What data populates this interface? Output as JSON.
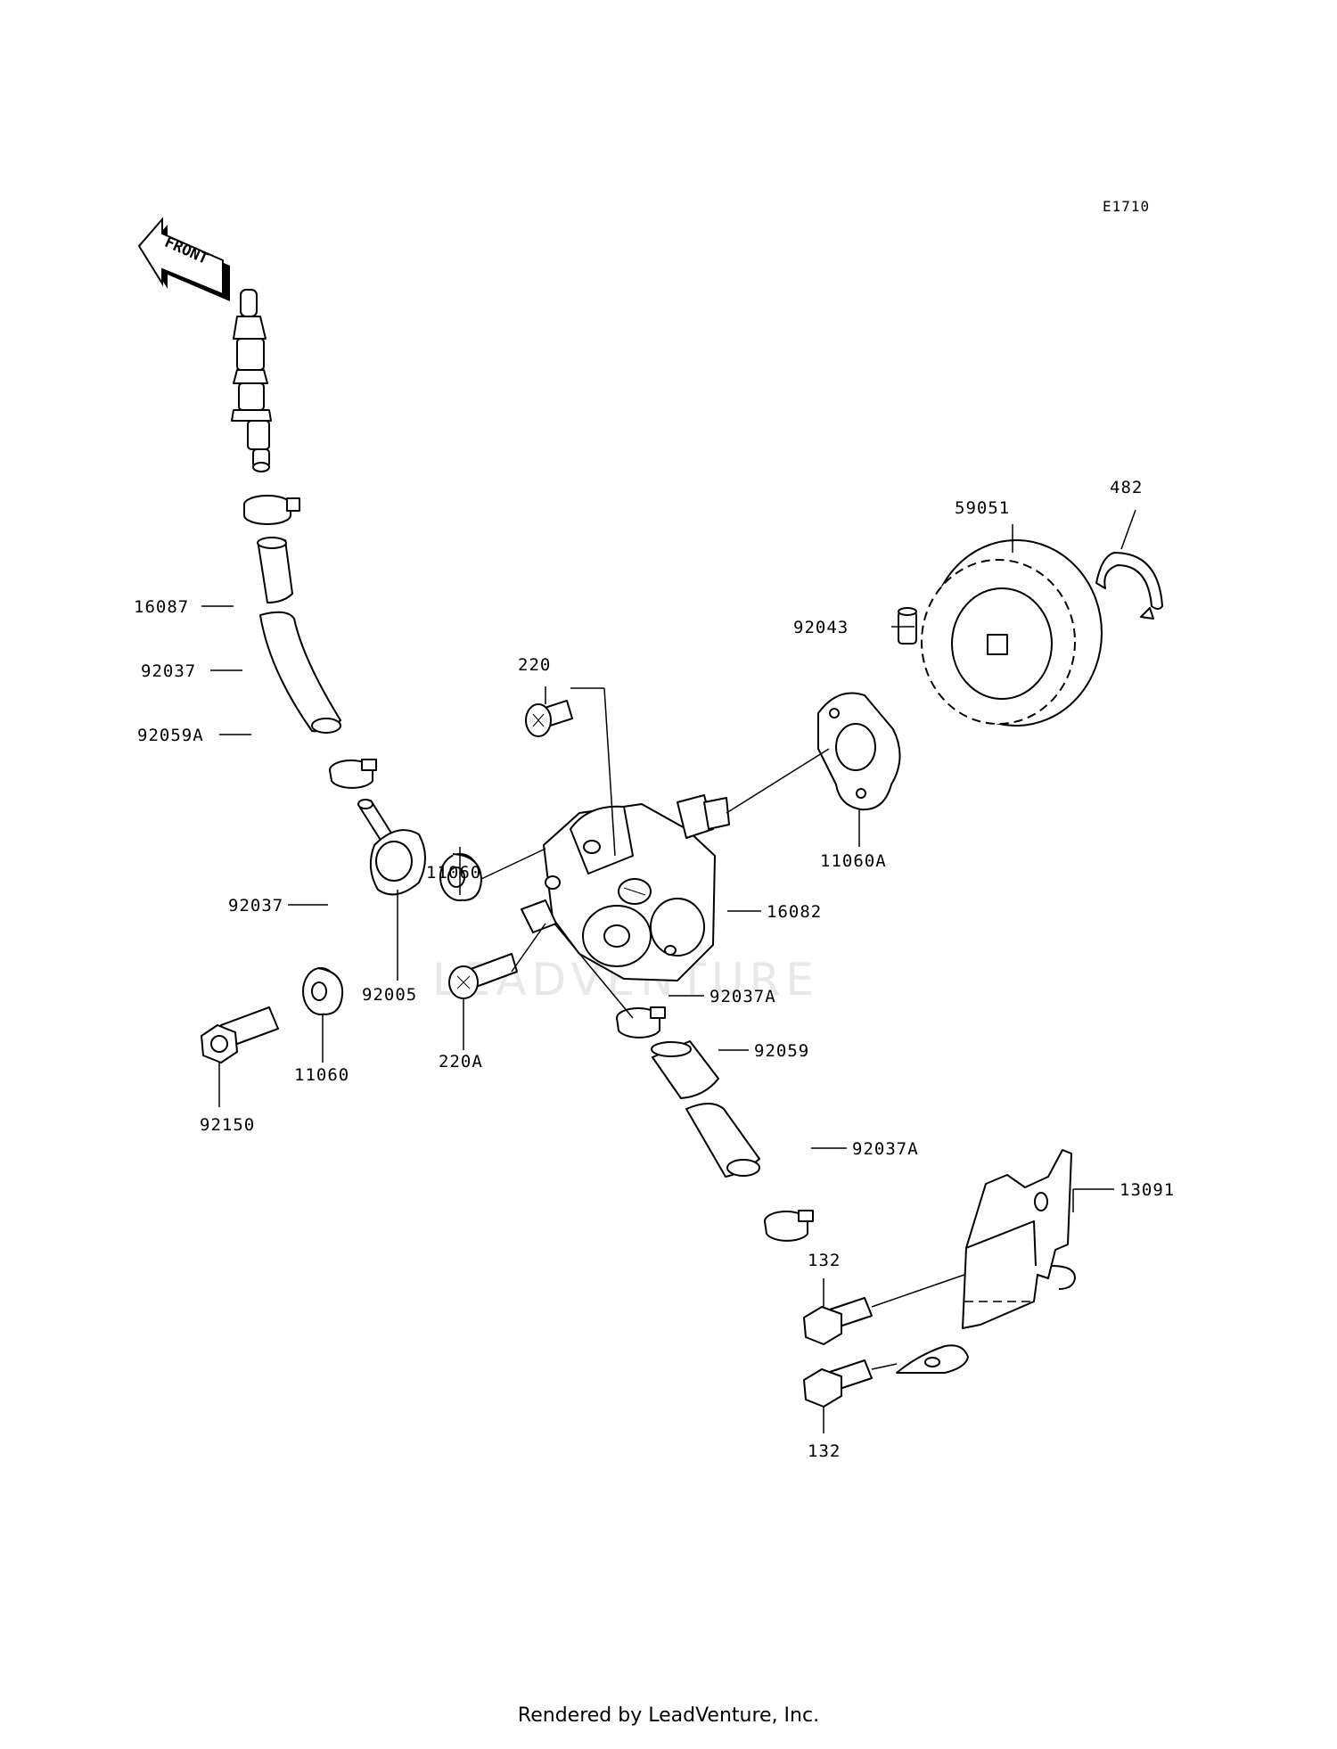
{
  "diagram_code": "E1710",
  "front_label": "FRONT",
  "watermark": "LEADVENTURE",
  "footer": "Rendered by LeadVenture, Inc.",
  "labels": {
    "l16087": "16087",
    "l92037_top": "92037",
    "l92059A": "92059A",
    "l220": "220",
    "l92043": "92043",
    "l59051": "59051",
    "l482": "482",
    "l11060_mid": "11060",
    "l11060A": "11060A",
    "l92037_mid": "92037",
    "l16082": "16082",
    "l92005": "92005",
    "l220A": "220A",
    "l92037A_1": "92037A",
    "l11060_low": "11060",
    "l92059": "92059",
    "l92150": "92150",
    "l92037A_2": "92037A",
    "l13091": "13091",
    "l132_top": "132",
    "l132_bot": "132"
  }
}
